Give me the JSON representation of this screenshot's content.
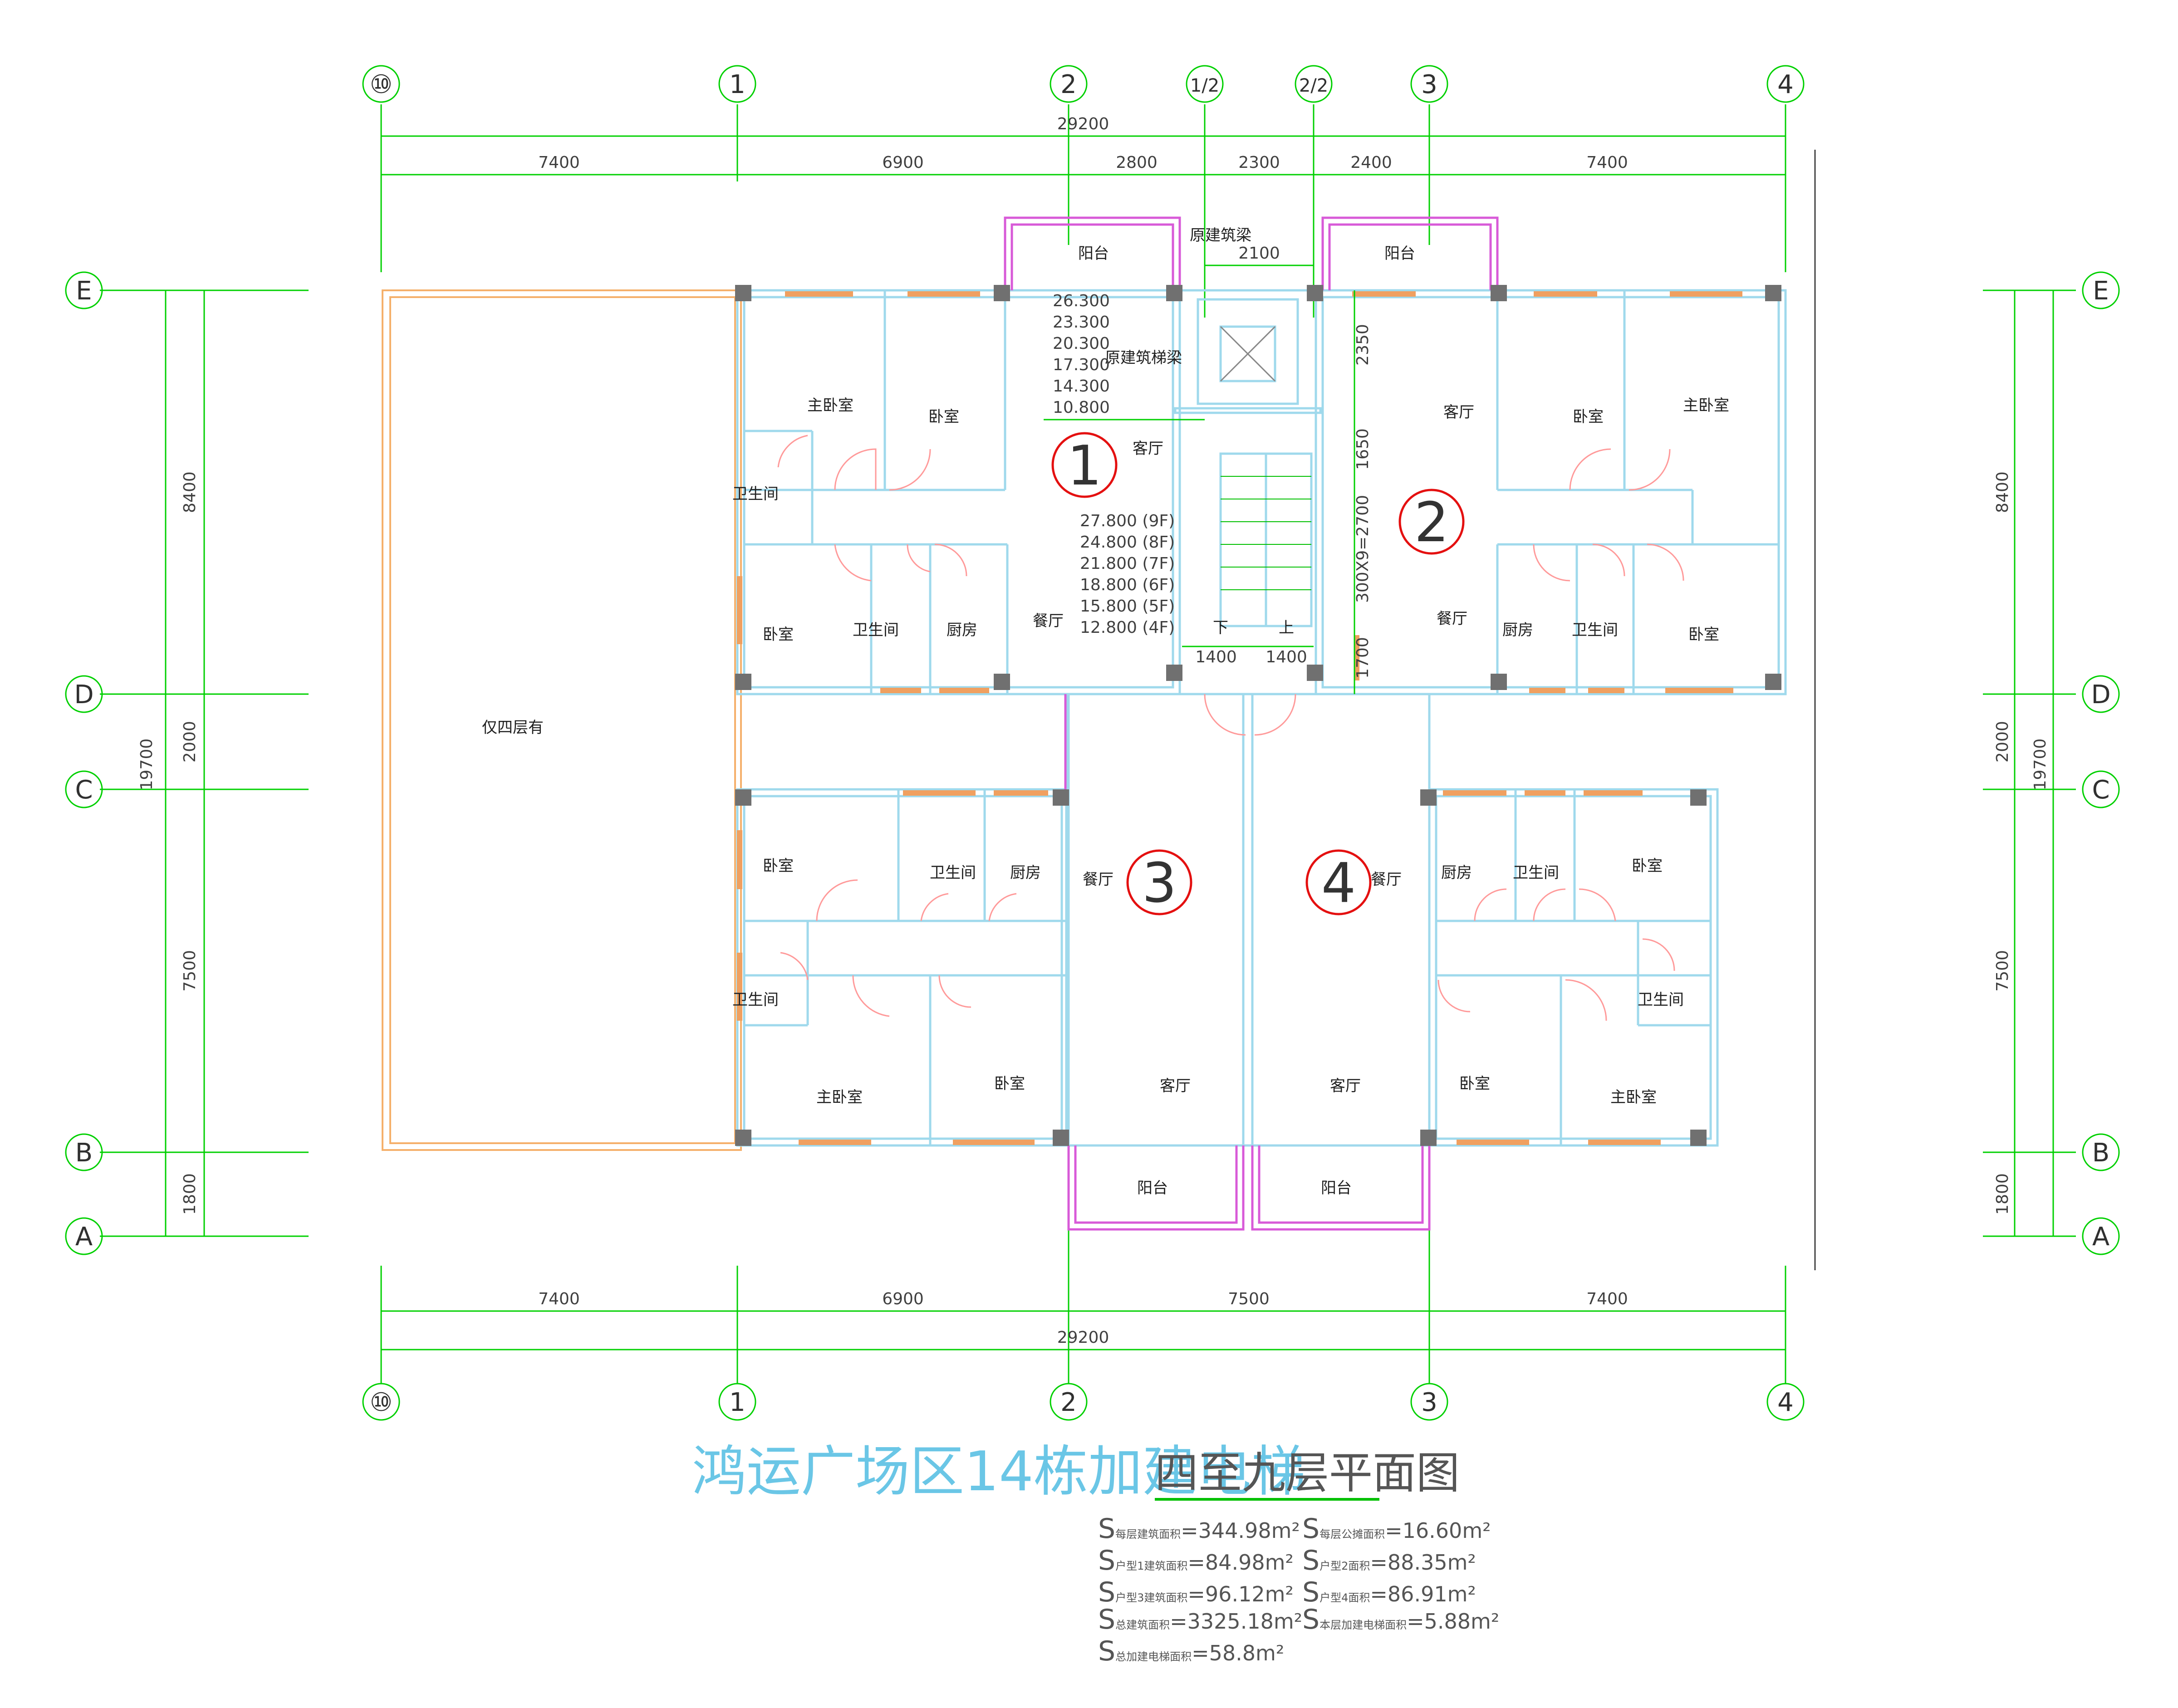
{
  "title": {
    "main": "鸿运广场区14栋加建电梯",
    "sub": "四至九层平面图",
    "underline_color": "#00c000",
    "main_color": "#6ac6e6"
  },
  "axes": {
    "top": [
      "⑩",
      "1",
      "2",
      "1/2",
      "2/2",
      "3",
      "4"
    ],
    "bottom": [
      "⑩",
      "1",
      "2",
      "3",
      "4"
    ],
    "left": [
      "E",
      "D",
      "C",
      "B",
      "A"
    ],
    "right": [
      "E",
      "D",
      "C",
      "B",
      "A"
    ]
  },
  "dimensions": {
    "top_total": "29200",
    "top_segments": [
      "7400",
      "6900",
      "2800",
      "2300",
      "2400",
      "7400"
    ],
    "bottom_total": "29200",
    "bottom_segments": [
      "7400",
      "6900",
      "7500",
      "7400"
    ],
    "left_total": "19700",
    "left_segments": [
      "8400",
      "2000",
      "7500",
      "1800"
    ],
    "right_total": "19700",
    "right_segments": [
      "8400",
      "2000",
      "7500",
      "1800"
    ],
    "elevator_width": "2100",
    "stair_left": "1400",
    "stair_right": "1400",
    "vertical_core": [
      "2350",
      "1650",
      "300X9=2700",
      "1700"
    ]
  },
  "annotations": {
    "beam_top": "原建筑梁",
    "beam_stair": "原建筑梯梁",
    "only_fourth": "仅四层有",
    "stair_down": "下",
    "stair_up": "上",
    "elev_upper": [
      "26.300",
      "23.300",
      "20.300",
      "17.300",
      "14.300",
      "10.800"
    ],
    "elev_lower": [
      "27.800 (9F)",
      "24.800 (8F)",
      "21.800 (7F)",
      "18.800 (6F)",
      "15.800 (5F)",
      "12.800 (4F)"
    ]
  },
  "rooms": {
    "balcony": "阳台",
    "master_bedroom": "主卧室",
    "bedroom": "卧室",
    "bathroom": "卫生间",
    "kitchen": "厨房",
    "living_room": "客厅",
    "dining_room": "餐厅"
  },
  "unit_numbers": [
    "1",
    "2",
    "3",
    "4"
  ],
  "areas": [
    {
      "s": "S",
      "label": "每层建筑面积",
      "value": "=344.98m²"
    },
    {
      "s": "S",
      "label": "每层公摊面积",
      "value": "=16.60m²"
    },
    {
      "s": "S",
      "label": "户型1建筑面积",
      "value": "=84.98m²"
    },
    {
      "s": "S",
      "label": "户型2面积",
      "value": "=88.35m²"
    },
    {
      "s": "S",
      "label": "户型3建筑面积",
      "value": "=96.12m²"
    },
    {
      "s": "S",
      "label": "户型4面积",
      "value": "=86.91m²"
    },
    {
      "s": "S",
      "label": "总建筑面积",
      "value": "=3325.18m²"
    },
    {
      "s": "S",
      "label": "本层加建电梯面积",
      "value": "=5.88m²"
    },
    {
      "s": "S",
      "label": "总加建电梯面积",
      "value": "=58.8m²"
    }
  ],
  "colors": {
    "grid": "#00d000",
    "wall": "#9fd9ec",
    "balcony_outline": "#d85ad8",
    "fourth_floor_outline": "#f5b06b",
    "unit_marker": "#e41010",
    "column": "#707070"
  }
}
